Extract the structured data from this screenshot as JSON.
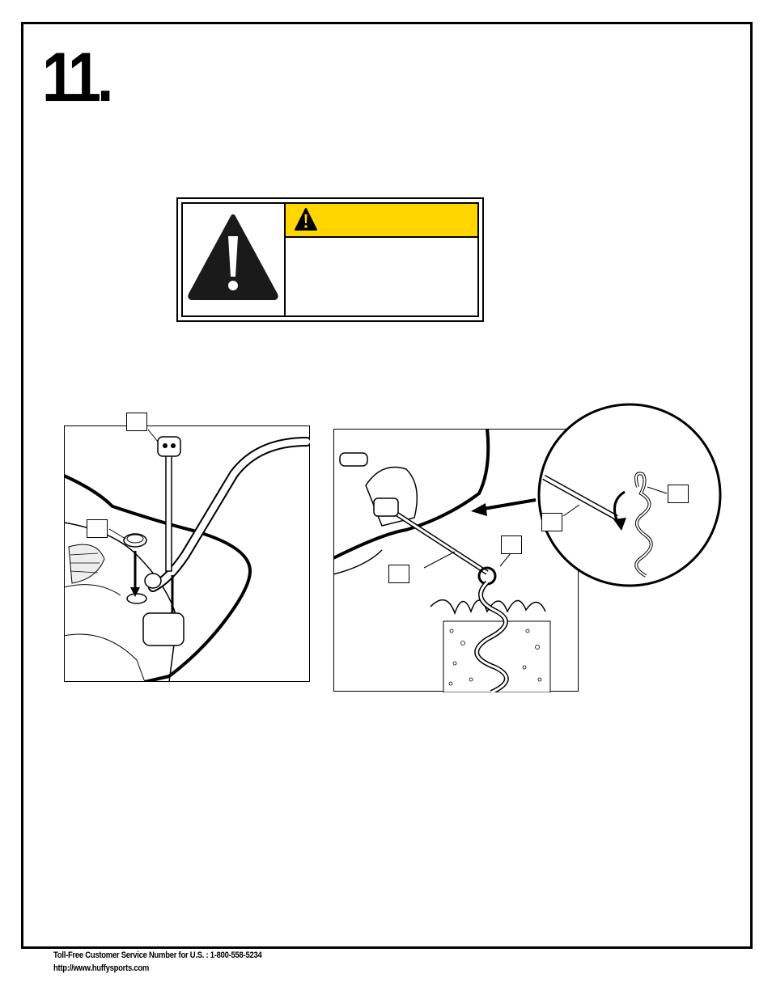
{
  "step": {
    "number": "11."
  },
  "warning": {
    "header_icon": "warning-triangle-icon",
    "main_icon": "exclamation-triangle-icon",
    "header_color": "#ffd600"
  },
  "figures": [
    {
      "name": "left-illustration",
      "callouts": [
        "",
        ""
      ]
    },
    {
      "name": "right-illustration",
      "callouts": [
        "",
        "",
        "",
        ""
      ]
    }
  ],
  "footer": {
    "phone_line": "Toll-Free Customer Service Number for U.S. : 1-800-558-5234",
    "url_line": "http://www.huffysports.com"
  }
}
